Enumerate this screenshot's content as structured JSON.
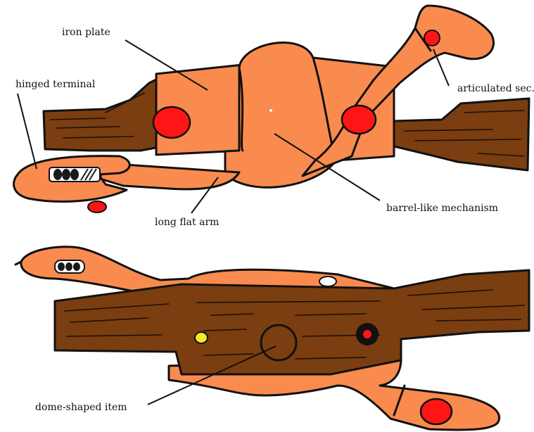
{
  "colors": {
    "wood": "#7a3e10",
    "metal": "#f98b4e",
    "rivet": "#ff1515",
    "yellow_rivet": "#f5e62a",
    "outline": "#111111"
  },
  "labels": {
    "iron_plate": "iron plate",
    "hinged_terminal": "hinged terminal",
    "articulated_sec": "articulated sec.",
    "barrel_mechanism": "barrel-like mechanism",
    "long_flat_arm": "long flat arm",
    "dome_item": "dome-shaped item"
  }
}
